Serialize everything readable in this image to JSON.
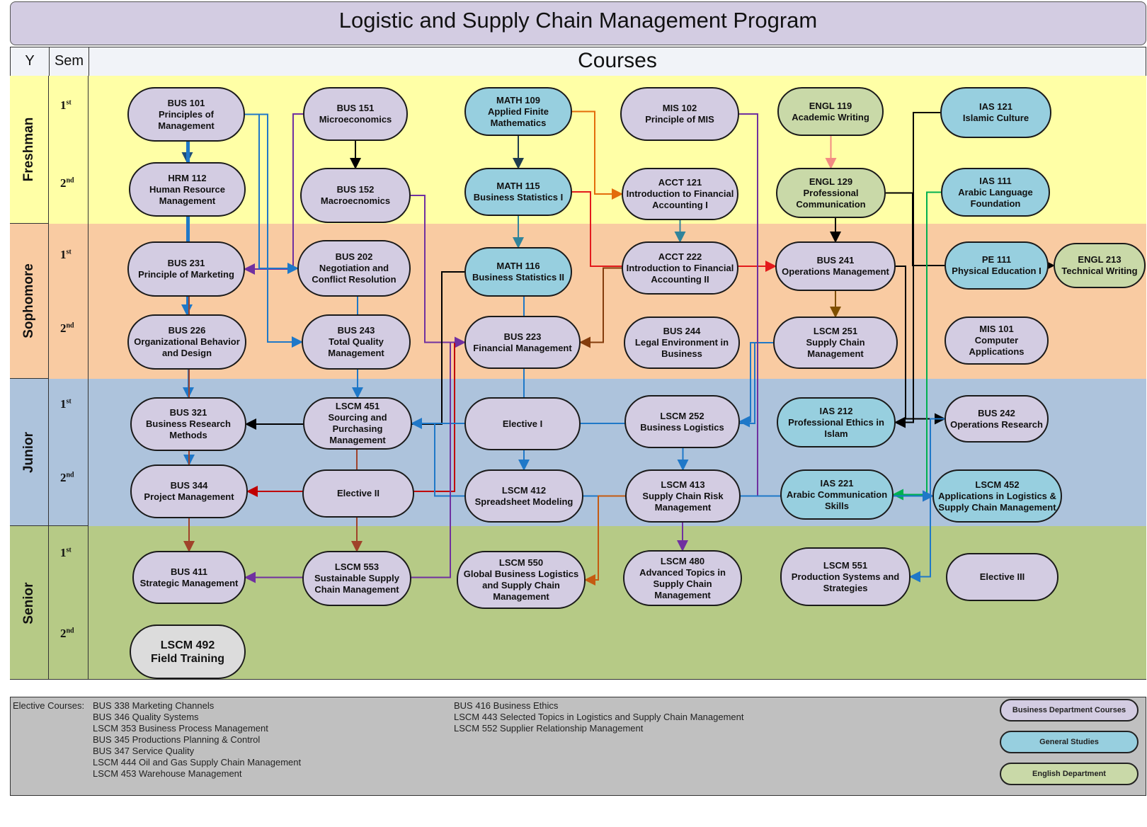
{
  "title": "Logistic and Supply Chain Management  Program",
  "header": {
    "year_col": "Y",
    "sem_col": "Sem",
    "courses_col": "Courses"
  },
  "years": [
    {
      "label": "Freshman",
      "color": "#ffffa6"
    },
    {
      "label": "Sophomore",
      "color": "#f9cba2"
    },
    {
      "label": "Junior",
      "color": "#adc3dc"
    },
    {
      "label": "Senior",
      "color": "#b6ca86"
    }
  ],
  "semesters": {
    "first": "1",
    "first_sup": "st",
    "second": "2",
    "second_sup": "nd"
  },
  "colors": {
    "business": "#d3cce2",
    "general": "#97cfdf",
    "english": "#c9d9a8",
    "field": "#dcdcdc"
  },
  "courses": {
    "bus101": {
      "code": "BUS 101",
      "name": "Principles of Management",
      "dept": "business"
    },
    "bus151": {
      "code": "BUS 151",
      "name": "Microeconomics",
      "dept": "business"
    },
    "math109": {
      "code": "MATH 109",
      "name": "Applied Finite Mathematics",
      "dept": "general"
    },
    "mis102": {
      "code": "MIS 102",
      "name": "Principle of MIS",
      "dept": "business"
    },
    "engl119": {
      "code": "ENGL 119",
      "name": "Academic Writing",
      "dept": "english"
    },
    "ias121": {
      "code": "IAS 121",
      "name": "Islamic Culture",
      "dept": "general"
    },
    "hrm112": {
      "code": "HRM 112",
      "name": "Human Resource Management",
      "dept": "business"
    },
    "bus152": {
      "code": "BUS 152",
      "name": "Macroecnomics",
      "dept": "business"
    },
    "math115": {
      "code": "MATH 115",
      "name": "Business Statistics I",
      "dept": "general"
    },
    "acct121": {
      "code": "ACCT 121",
      "name": "Introduction to Financial Accounting I",
      "dept": "business"
    },
    "engl129": {
      "code": "ENGL 129",
      "name": "Professional Communication",
      "dept": "english"
    },
    "ias111": {
      "code": "IAS 111",
      "name": "Arabic Language Foundation",
      "dept": "general"
    },
    "bus231": {
      "code": "BUS 231",
      "name": "Principle of Marketing",
      "dept": "business"
    },
    "bus202": {
      "code": "BUS 202",
      "name": "Negotiation and Conflict Resolution",
      "dept": "business"
    },
    "math116": {
      "code": "MATH 116",
      "name": "Business Statistics II",
      "dept": "general"
    },
    "acct222": {
      "code": "ACCT 222",
      "name": "Introduction to Financial Accounting II",
      "dept": "business"
    },
    "bus241": {
      "code": "BUS 241",
      "name": "Operations Management",
      "dept": "business"
    },
    "pe111": {
      "code": "PE 111",
      "name": "Physical Education I",
      "dept": "general"
    },
    "engl213": {
      "code": "ENGL 213",
      "name": "Technical Writing",
      "dept": "english"
    },
    "bus226": {
      "code": "BUS 226",
      "name": "Organizational Behavior and Design",
      "dept": "business"
    },
    "bus243": {
      "code": "BUS 243",
      "name": "Total Quality Management",
      "dept": "business"
    },
    "bus223": {
      "code": "BUS 223",
      "name": "Financial Management",
      "dept": "business"
    },
    "bus244": {
      "code": "BUS 244",
      "name": "Legal Environment in Business",
      "dept": "business"
    },
    "lscm251": {
      "code": "LSCM 251",
      "name": "Supply Chain Management",
      "dept": "business"
    },
    "mis101": {
      "code": "MIS 101",
      "name": "Computer Applications",
      "dept": "business"
    },
    "bus321": {
      "code": "BUS 321",
      "name": "Business Research Methods",
      "dept": "business"
    },
    "lscm451": {
      "code": "LSCM 451",
      "name": "Sourcing and Purchasing Management",
      "dept": "business"
    },
    "elective1": {
      "code": "",
      "name": "Elective I",
      "dept": "business"
    },
    "lscm252": {
      "code": "LSCM 252",
      "name": "Business Logistics",
      "dept": "business"
    },
    "ias212": {
      "code": "IAS 212",
      "name": "Professional Ethics in Islam",
      "dept": "general"
    },
    "bus242": {
      "code": "BUS 242",
      "name": "Operations Research",
      "dept": "business"
    },
    "bus344": {
      "code": "BUS 344",
      "name": "Project Management",
      "dept": "business"
    },
    "elective2": {
      "code": "",
      "name": "Elective II",
      "dept": "business"
    },
    "lscm412": {
      "code": "LSCM 412",
      "name": "Spreadsheet Modeling",
      "dept": "business"
    },
    "lscm413": {
      "code": "LSCM 413",
      "name": "Supply Chain Risk Management",
      "dept": "business"
    },
    "ias221": {
      "code": "IAS 221",
      "name": "Arabic Communication Skills",
      "dept": "general"
    },
    "lscm452": {
      "code": "LSCM 452",
      "name": "Applications in Logistics & Supply Chain Management",
      "dept": "general"
    },
    "bus411": {
      "code": "BUS 411",
      "name": "Strategic Management",
      "dept": "business"
    },
    "lscm553": {
      "code": "LSCM 553",
      "name": "Sustainable Supply Chain Management",
      "dept": "business"
    },
    "lscm550": {
      "code": "LSCM 550",
      "name": "Global Business Logistics and Supply Chain Management",
      "dept": "business"
    },
    "lscm480": {
      "code": "LSCM 480",
      "name": "Advanced Topics in Supply Chain Management",
      "dept": "business"
    },
    "lscm551": {
      "code": "LSCM 551",
      "name": "Production Systems and Strategies",
      "dept": "business"
    },
    "elective3": {
      "code": "",
      "name": "Elective III",
      "dept": "business"
    },
    "lscm492": {
      "code": "LSCM 492",
      "name": "Field Training",
      "dept": "field"
    }
  },
  "prerequisites": [
    {
      "from": "bus101",
      "to": "hrm112",
      "color": "#1f4e79"
    },
    {
      "from": "bus151",
      "to": "bus152",
      "color": "#000000"
    },
    {
      "from": "math109",
      "to": "math115",
      "color": "#1f3b4d"
    },
    {
      "from": "math109",
      "to": "acct121",
      "color": "#e36c0a"
    },
    {
      "from": "engl119",
      "to": "engl129",
      "color": "#f28b82"
    },
    {
      "from": "math115",
      "to": "math116",
      "color": "#31849b"
    },
    {
      "from": "acct121",
      "to": "acct222",
      "color": "#31849b"
    },
    {
      "from": "math115",
      "to": "bus241",
      "color": "#e31a1c"
    },
    {
      "from": "engl129",
      "to": "bus241",
      "color": "#000000"
    },
    {
      "from": "engl129",
      "to": "engl213",
      "color": "#000000"
    },
    {
      "from": "bus151",
      "to": "bus231",
      "color": "#7030a0"
    },
    {
      "from": "bus101",
      "to": "bus202",
      "color": "#1f78c8"
    },
    {
      "from": "bus101",
      "to": "bus226",
      "color": "#1f78c8"
    },
    {
      "from": "bus101",
      "to": "bus243",
      "color": "#1f78c8"
    },
    {
      "from": "bus101",
      "to": "bus321",
      "color": "#1f78c8"
    },
    {
      "from": "bus101",
      "to": "bus344",
      "color": "#1f78c8"
    },
    {
      "from": "bus152",
      "to": "bus223",
      "color": "#7030a0"
    },
    {
      "from": "acct222",
      "to": "bus223",
      "color": "#843c0c"
    },
    {
      "from": "math116",
      "to": "bus321",
      "color": "#000000"
    },
    {
      "from": "bus241",
      "to": "lscm251",
      "color": "#7f4f00"
    },
    {
      "from": "bus223",
      "to": "bus344",
      "color": "#c00000"
    },
    {
      "from": "bus202",
      "to": "lscm451",
      "color": "#1f78c8"
    },
    {
      "from": "lscm251",
      "to": "lscm451",
      "color": "#1f78c8"
    },
    {
      "from": "lscm251",
      "to": "lscm252",
      "color": "#1f78c8"
    },
    {
      "from": "ias121",
      "to": "ias212",
      "color": "#000000"
    },
    {
      "from": "bus241",
      "to": "bus242",
      "color": "#000000"
    },
    {
      "from": "ias111",
      "to": "ias221",
      "color": "#00b050"
    },
    {
      "from": "mis102",
      "to": "lscm452",
      "color": "#7030a0"
    },
    {
      "from": "lscm451",
      "to": "lscm452",
      "color": "#1f78c8"
    },
    {
      "from": "lscm252",
      "to": "lscm413",
      "color": "#1f78c8"
    },
    {
      "from": "math116",
      "to": "lscm412",
      "color": "#1f78c8"
    },
    {
      "from": "bus223",
      "to": "bus411",
      "color": "#7030a0"
    },
    {
      "from": "bus231",
      "to": "bus411",
      "color": "#a0422a"
    },
    {
      "from": "lscm451",
      "to": "lscm553",
      "color": "#a0422a"
    },
    {
      "from": "lscm413",
      "to": "lscm550",
      "color": "#c55a11"
    },
    {
      "from": "lscm413",
      "to": "lscm480",
      "color": "#7030a0"
    },
    {
      "from": "bus242",
      "to": "lscm551",
      "color": "#1f78c8"
    }
  ],
  "electives": {
    "label": "Elective Courses:",
    "column1": [
      "BUS 338 Marketing Channels",
      "BUS 346 Quality Systems",
      "LSCM 353 Business Process Management",
      "BUS 345 Productions Planning & Control",
      "BUS 347 Service Quality",
      "LSCM 444 Oil and Gas Supply Chain Management",
      "LSCM 453 Warehouse Management"
    ],
    "column2": [
      "BUS 416 Business Ethics",
      "LSCM 443 Selected Topics in Logistics and Supply Chain Management",
      "LSCM 552 Supplier Relationship Management"
    ]
  },
  "legend": [
    {
      "label": "Business Department Courses",
      "dept": "business"
    },
    {
      "label": "General Studies",
      "dept": "general"
    },
    {
      "label": "English Department",
      "dept": "english"
    }
  ]
}
